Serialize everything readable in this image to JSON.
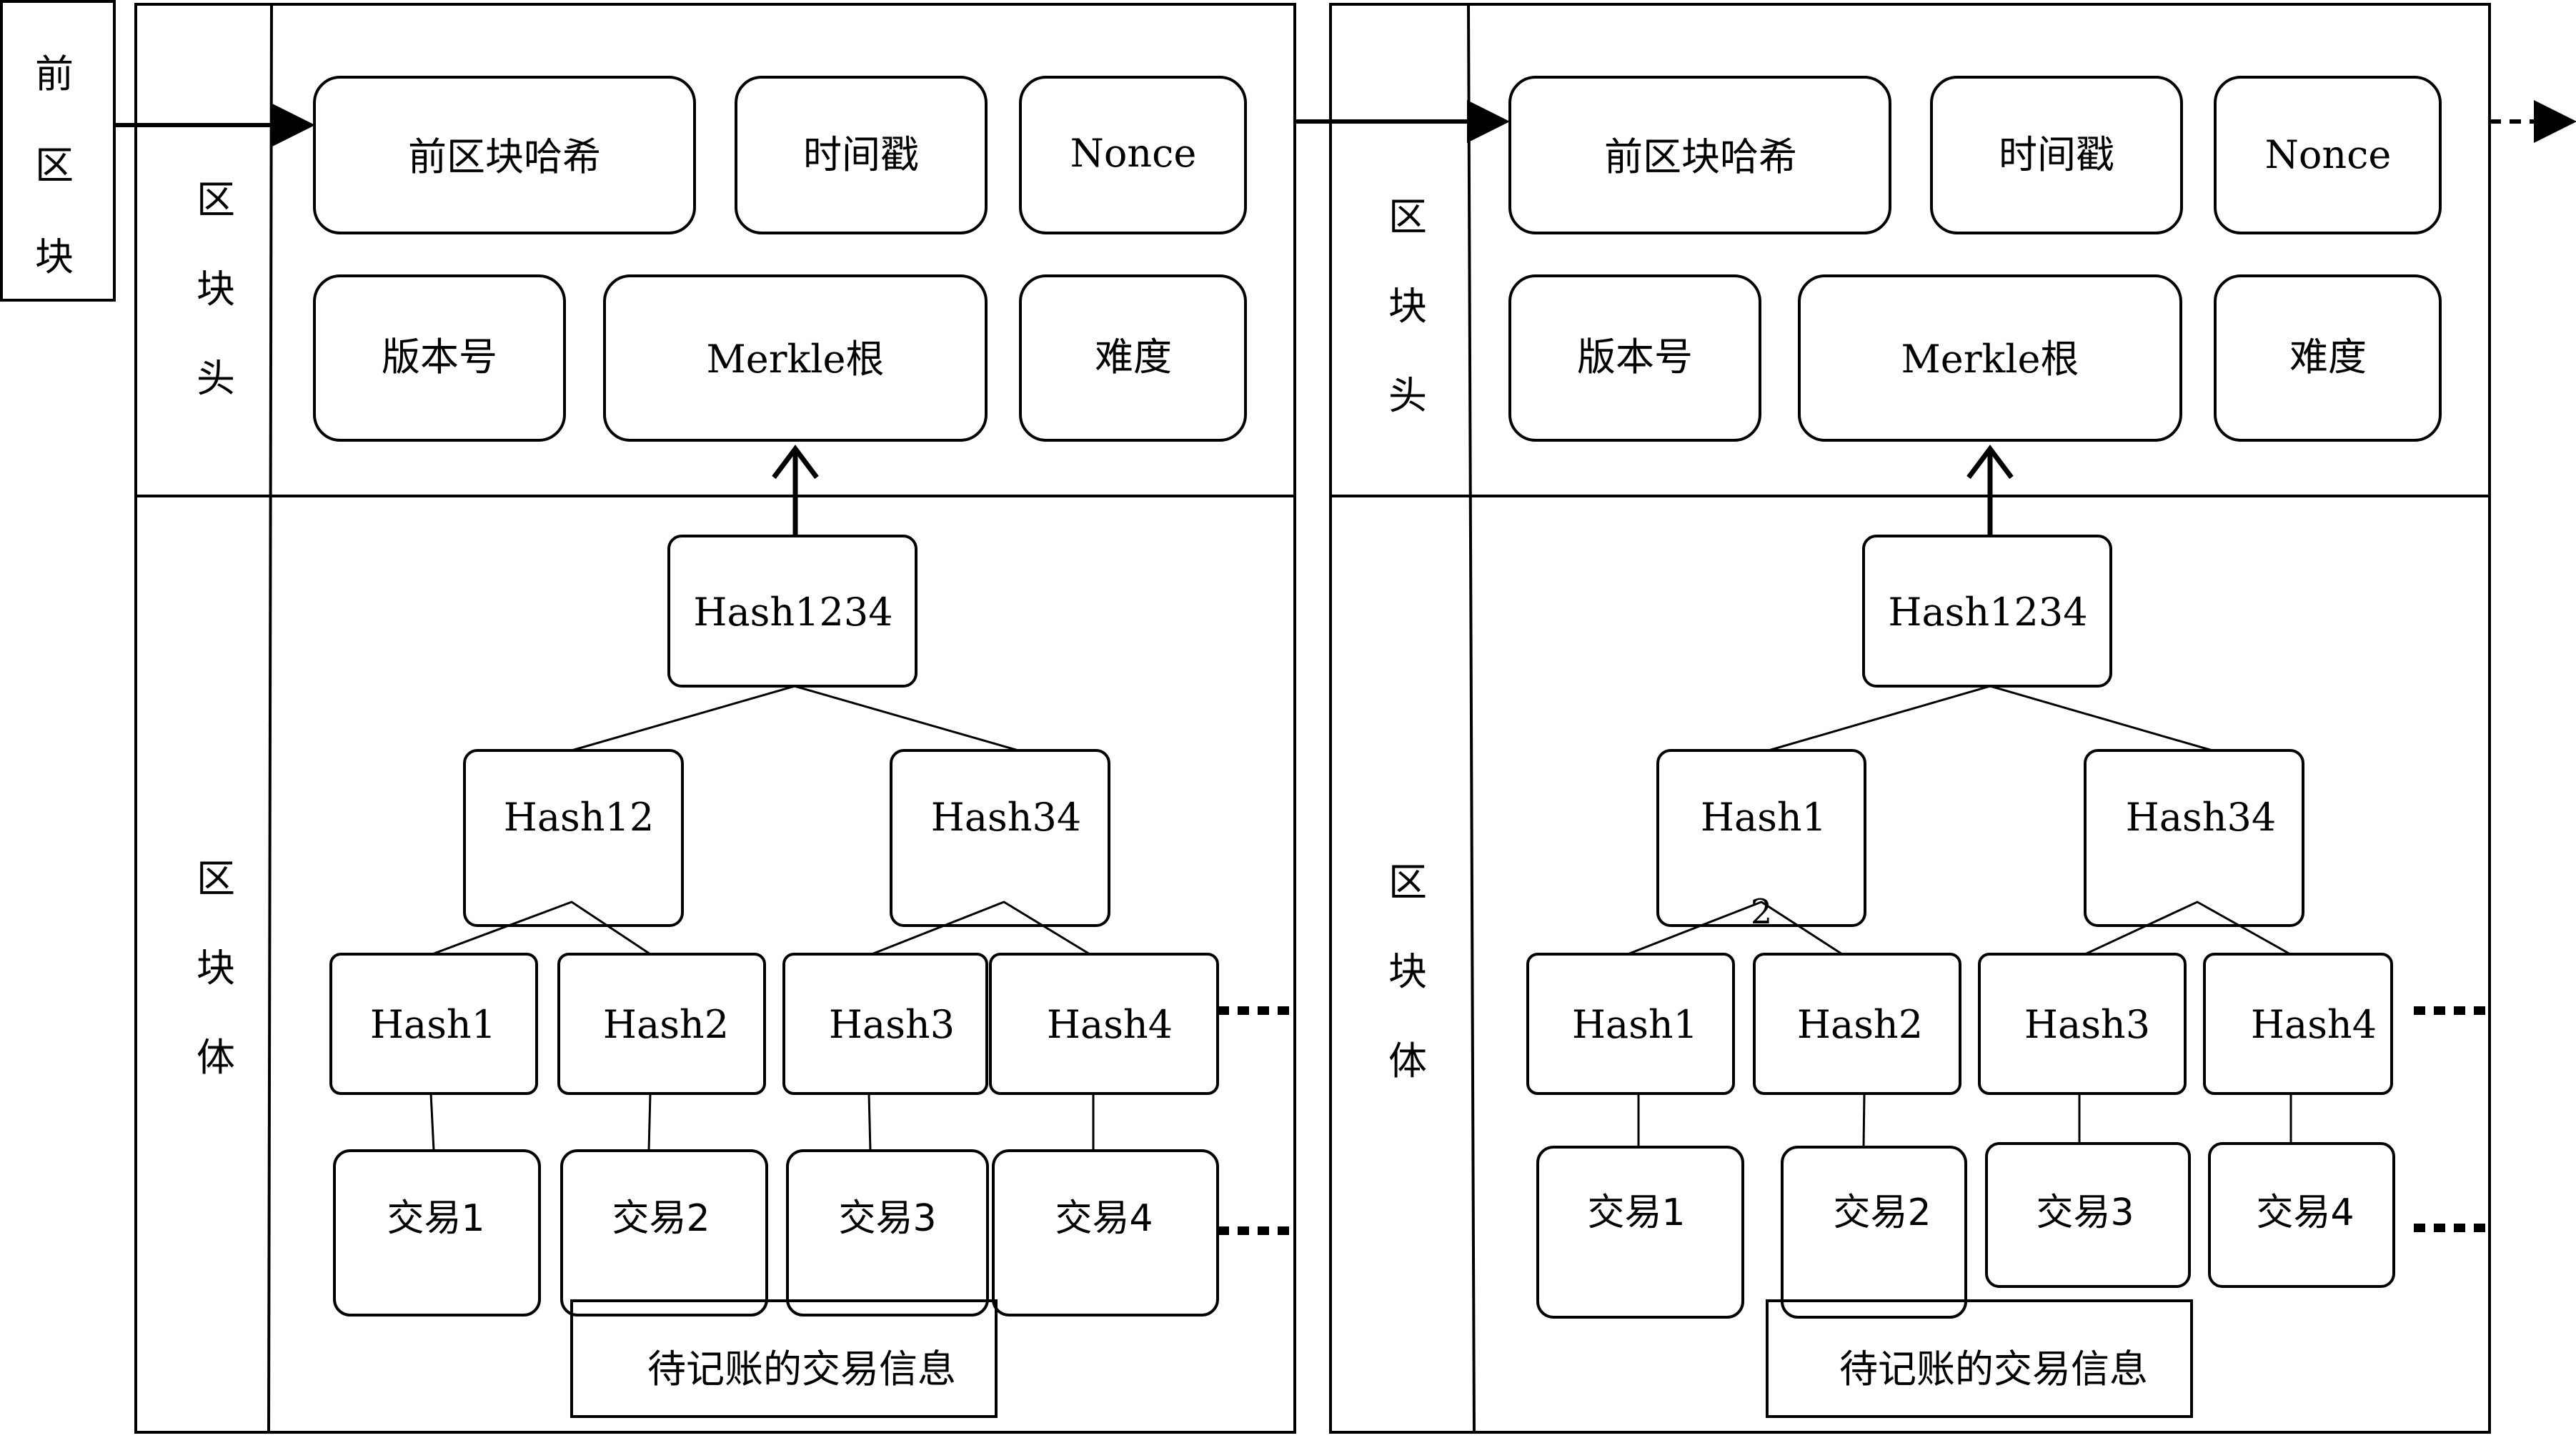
{
  "prev_block": {
    "chars": [
      "前",
      "区",
      "块"
    ]
  },
  "blocks": [
    {
      "header_label": [
        "区",
        "块",
        "头"
      ],
      "body_label": [
        "区",
        "块",
        "体"
      ],
      "header_fields": {
        "prev_hash": "前区块哈希",
        "timestamp": "时间戳",
        "nonce": "Nonce",
        "version": "版本号",
        "merkle_root": "Merkle根",
        "difficulty": "难度"
      },
      "tree": {
        "root": "Hash1234",
        "mid_left": "Hash12",
        "mid_left_overflow": "",
        "mid_right": "Hash34",
        "leaves": [
          "Hash1",
          "Hash2",
          "Hash3",
          "Hash4"
        ],
        "transactions": [
          "交易1",
          "交易2",
          "交易3",
          "交易4"
        ]
      },
      "pending_label": "待记账的交易信息"
    },
    {
      "header_label": [
        "区",
        "块",
        "头"
      ],
      "body_label": [
        "区",
        "块",
        "体"
      ],
      "header_fields": {
        "prev_hash": "前区块哈希",
        "timestamp": "时间戳",
        "nonce": "Nonce",
        "version": "版本号",
        "merkle_root": "Merkle根",
        "difficulty": "难度"
      },
      "tree": {
        "root": "Hash1234",
        "mid_left": "Hash1",
        "mid_left_overflow": "2",
        "mid_right": "Hash34",
        "leaves": [
          "Hash1",
          "Hash2",
          "Hash3",
          "Hash4"
        ],
        "transactions": [
          "交易1",
          "交易2",
          "交易3",
          "交易4"
        ]
      },
      "pending_label": "待记账的交易信息"
    }
  ]
}
